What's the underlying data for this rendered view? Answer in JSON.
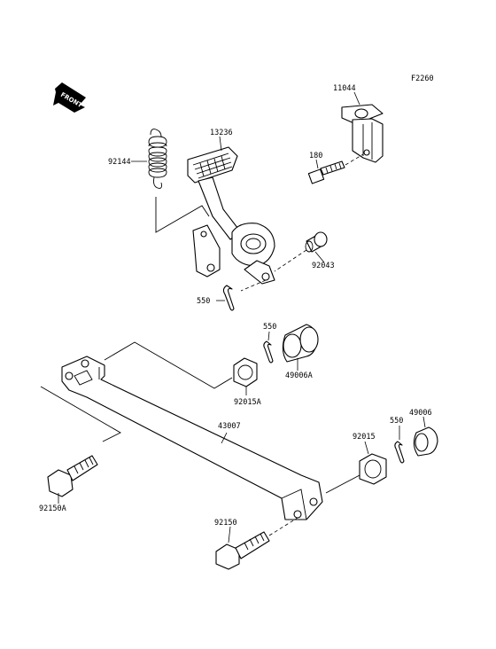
{
  "figure_code": "F2260",
  "front_badge": "FRONT",
  "parts": {
    "p11044": "11044",
    "p13236": "13236",
    "p92144": "92144",
    "p180": "180",
    "p92043": "92043",
    "p550a": "550",
    "p550b": "550",
    "p49006A": "49006A",
    "p92015A": "92015A",
    "p43007": "43007",
    "p550c": "550",
    "p49006": "49006",
    "p92015": "92015",
    "p92150A": "92150A",
    "p92150": "92150"
  }
}
